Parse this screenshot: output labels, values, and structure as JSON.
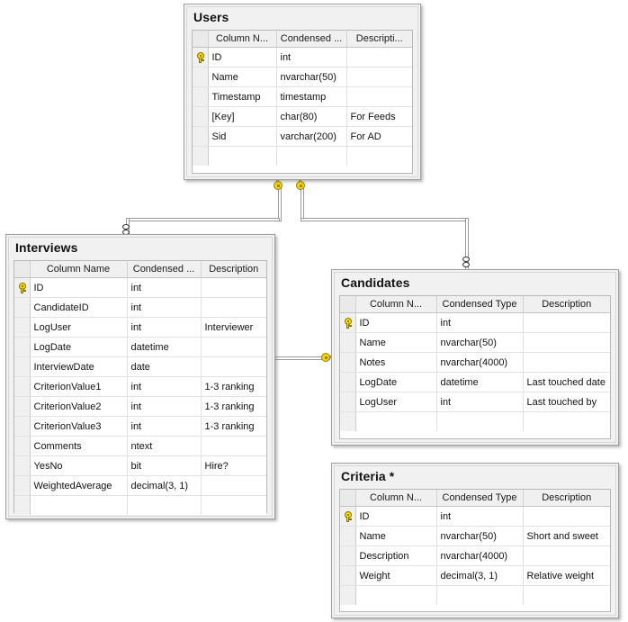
{
  "diagram": {
    "title": "Database Diagram",
    "background_color": "#ffffff",
    "entity_fill": "#f1f1f1",
    "grid_fill": "#ffffff",
    "header_fill": "#f0f0f0",
    "key_color": "#f7db12",
    "line_color": "#9a9a9a"
  },
  "entities": [
    {
      "name": "Users",
      "title": "Users",
      "headers": [
        "",
        "Column N...",
        "Condensed ...",
        "Descripti..."
      ],
      "rows": [
        {
          "pk": true,
          "column": "ID",
          "type": "int",
          "description": ""
        },
        {
          "pk": false,
          "column": "Name",
          "type": "nvarchar(50)",
          "description": ""
        },
        {
          "pk": false,
          "column": "Timestamp",
          "type": "timestamp",
          "description": ""
        },
        {
          "pk": false,
          "column": "[Key]",
          "type": "char(80)",
          "description": "For Feeds"
        },
        {
          "pk": false,
          "column": "Sid",
          "type": "varchar(200)",
          "description": "For AD"
        },
        {
          "pk": false,
          "column": "",
          "type": "",
          "description": ""
        }
      ]
    },
    {
      "name": "Interviews",
      "title": "Interviews",
      "headers": [
        "",
        "Column Name",
        "Condensed ...",
        "Description"
      ],
      "rows": [
        {
          "pk": true,
          "column": "ID",
          "type": "int",
          "description": ""
        },
        {
          "pk": false,
          "column": "CandidateID",
          "type": "int",
          "description": ""
        },
        {
          "pk": false,
          "column": "LogUser",
          "type": "int",
          "description": "Interviewer"
        },
        {
          "pk": false,
          "column": "LogDate",
          "type": "datetime",
          "description": ""
        },
        {
          "pk": false,
          "column": "InterviewDate",
          "type": "date",
          "description": ""
        },
        {
          "pk": false,
          "column": "CriterionValue1",
          "type": "int",
          "description": "1-3 ranking"
        },
        {
          "pk": false,
          "column": "CriterionValue2",
          "type": "int",
          "description": "1-3 ranking"
        },
        {
          "pk": false,
          "column": "CriterionValue3",
          "type": "int",
          "description": "1-3 ranking"
        },
        {
          "pk": false,
          "column": "Comments",
          "type": "ntext",
          "description": ""
        },
        {
          "pk": false,
          "column": "YesNo",
          "type": "bit",
          "description": "Hire?"
        },
        {
          "pk": false,
          "column": "WeightedAverage",
          "type": "decimal(3, 1)",
          "description": ""
        },
        {
          "pk": false,
          "column": "",
          "type": "",
          "description": ""
        }
      ]
    },
    {
      "name": "Candidates",
      "title": "Candidates",
      "headers": [
        "",
        "Column N...",
        "Condensed Type",
        "Description"
      ],
      "rows": [
        {
          "pk": true,
          "column": "ID",
          "type": "int",
          "description": ""
        },
        {
          "pk": false,
          "column": "Name",
          "type": "nvarchar(50)",
          "description": ""
        },
        {
          "pk": false,
          "column": "Notes",
          "type": "nvarchar(4000)",
          "description": ""
        },
        {
          "pk": false,
          "column": "LogDate",
          "type": "datetime",
          "description": "Last touched date"
        },
        {
          "pk": false,
          "column": "LogUser",
          "type": "int",
          "description": "Last touched by"
        },
        {
          "pk": false,
          "column": "",
          "type": "",
          "description": ""
        }
      ]
    },
    {
      "name": "Criteria",
      "title": "Criteria *",
      "headers": [
        "",
        "Column N...",
        "Condensed Type",
        "Description"
      ],
      "rows": [
        {
          "pk": true,
          "column": "ID",
          "type": "int",
          "description": ""
        },
        {
          "pk": false,
          "column": "Name",
          "type": "nvarchar(50)",
          "description": "Short and sweet"
        },
        {
          "pk": false,
          "column": "Description",
          "type": "nvarchar(4000)",
          "description": ""
        },
        {
          "pk": false,
          "column": "Weight",
          "type": "decimal(3, 1)",
          "description": "Relative weight"
        },
        {
          "pk": false,
          "column": "",
          "type": "",
          "description": ""
        }
      ]
    }
  ],
  "relationships": [
    {
      "name": "users-to-interviews",
      "from": "Users",
      "from_cardinality": "one",
      "to": "Interviews",
      "to_cardinality": "many"
    },
    {
      "name": "users-to-candidates",
      "from": "Users",
      "from_cardinality": "one",
      "to": "Candidates",
      "to_cardinality": "many"
    },
    {
      "name": "candidates-to-interviews",
      "from": "Candidates",
      "from_cardinality": "one",
      "to": "Interviews",
      "to_cardinality": "many"
    }
  ]
}
